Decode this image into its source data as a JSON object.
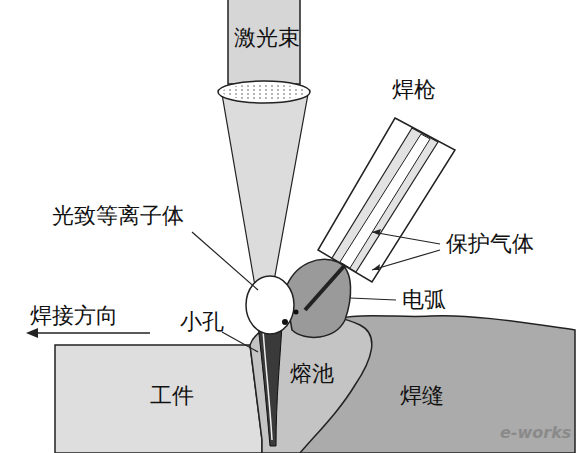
{
  "diagram": {
    "labels": [
      "激光束",
      "焊枪",
      "光致等离子体",
      "保护气体",
      "焊接方向",
      "小孔",
      "电弧",
      "熔池",
      "工件",
      "焊缝",
      "e-works"
    ]
  }
}
